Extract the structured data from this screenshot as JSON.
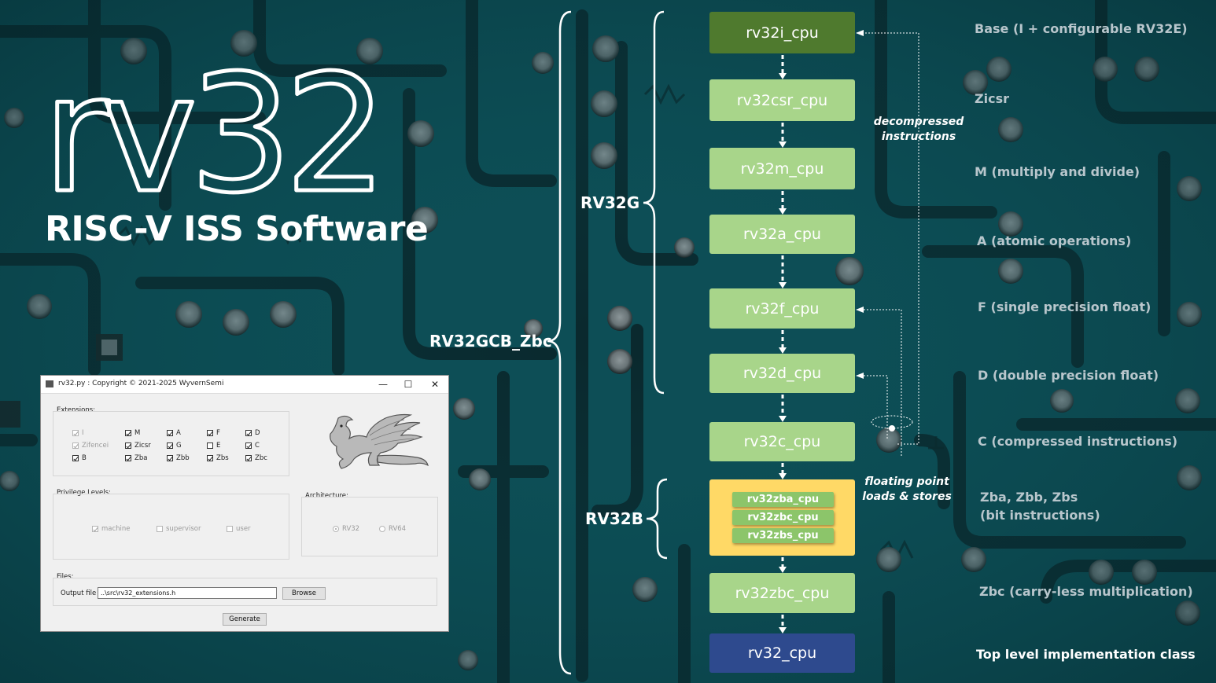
{
  "title": "rv32",
  "subtitle": "RISC-V ISS Software",
  "classes": [
    {
      "name": "rv32i_cpu",
      "desc": "Base (I + configurable RV32E)",
      "color": "#4f7a2e"
    },
    {
      "name": "rv32csr_cpu",
      "desc": "Zicsr",
      "color": "#a8d58a"
    },
    {
      "name": "rv32m_cpu",
      "desc": "M (multiply and divide)",
      "color": "#a8d58a"
    },
    {
      "name": "rv32a_cpu",
      "desc": "A (atomic operations)",
      "color": "#a8d58a"
    },
    {
      "name": "rv32f_cpu",
      "desc": "F (single precision float)",
      "color": "#a8d58a"
    },
    {
      "name": "rv32d_cpu",
      "desc": "D (double precision float)",
      "color": "#a8d58a"
    },
    {
      "name": "rv32c_cpu",
      "desc": "C (compressed instructions)",
      "color": "#a8d58a"
    },
    {
      "name": "rv32zbc_cpu",
      "desc": "Zbc (carry-less multiplication)",
      "color": "#a8d58a"
    },
    {
      "name": "rv32_cpu",
      "desc": "Top level implementation class",
      "color": "#2e4a8e"
    }
  ],
  "bit_group": {
    "inner": [
      "rv32zba_cpu",
      "rv32zbc_cpu",
      "rv32zbs_cpu"
    ],
    "desc_line1": "Zba, Zbb, Zbs",
    "desc_line2": "(bit instructions)",
    "box_color": "#ffd966",
    "inner_color": "#8cc56a"
  },
  "groups": {
    "rv32g": "RV32G",
    "rv32b": "RV32B",
    "rv32gcb": "RV32GCB_Zbc"
  },
  "notes": {
    "decompressed_line1": "decompressed",
    "decompressed_line2": "instructions",
    "fp_line1": "floating point",
    "fp_line2": "loads & stores"
  },
  "dialog": {
    "title": "rv32.py : Copyright © 2021-2025 WyvernSemi",
    "window_controls": {
      "minimize": "—",
      "maximize": "☐",
      "close": "✕"
    },
    "extensions_label": "Extensions:",
    "extensions": [
      {
        "label": "I",
        "checked": true,
        "disabled": true
      },
      {
        "label": "Zifencei",
        "checked": true,
        "disabled": true
      },
      {
        "label": "B",
        "checked": true,
        "disabled": false
      },
      {
        "label": "M",
        "checked": true,
        "disabled": false
      },
      {
        "label": "Zicsr",
        "checked": true,
        "disabled": false
      },
      {
        "label": "Zba",
        "checked": true,
        "disabled": false
      },
      {
        "label": "A",
        "checked": true,
        "disabled": false
      },
      {
        "label": "G",
        "checked": true,
        "disabled": false
      },
      {
        "label": "Zbb",
        "checked": true,
        "disabled": false
      },
      {
        "label": "F",
        "checked": true,
        "disabled": false
      },
      {
        "label": "E",
        "checked": false,
        "disabled": false
      },
      {
        "label": "Zbs",
        "checked": true,
        "disabled": false
      },
      {
        "label": "D",
        "checked": true,
        "disabled": false
      },
      {
        "label": "C",
        "checked": true,
        "disabled": false
      },
      {
        "label": "Zbc",
        "checked": true,
        "disabled": false
      }
    ],
    "privilege_label": "Privilege Levels:",
    "privileges": [
      {
        "label": "machine",
        "checked": true
      },
      {
        "label": "supervisor",
        "checked": false
      },
      {
        "label": "user",
        "checked": false
      }
    ],
    "architecture_label": "Architecture:",
    "architectures": [
      {
        "label": "RV32",
        "selected": true
      },
      {
        "label": "RV64",
        "selected": false
      }
    ],
    "files_label": "Files:",
    "output_file_label": "Output file",
    "output_file_value": "..\\src\\rv32_extensions.h",
    "browse_label": "Browse",
    "generate_label": "Generate"
  }
}
